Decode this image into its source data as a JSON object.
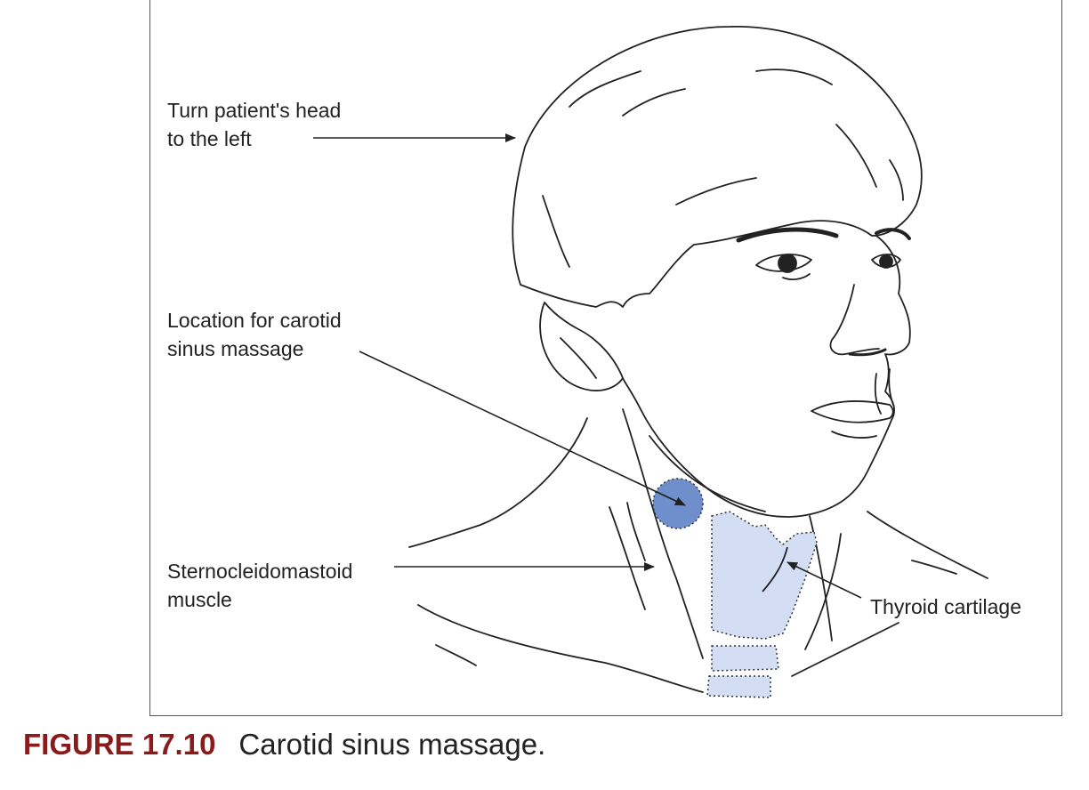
{
  "labels": {
    "turn_head_line1": "Turn patient's head",
    "turn_head_line2": "to the left",
    "location_line1": "Location for carotid",
    "location_line2": "sinus massage",
    "scm_line1": "Sternocleidomastoid",
    "scm_line2": "muscle",
    "thyroid": "Thyroid cartilage"
  },
  "caption": {
    "figure_number": "FIGURE 17.10",
    "title": "Carotid sinus massage."
  },
  "colors": {
    "figure_number": "#8b1a1a",
    "sinus_spot": "#6f8fcc",
    "cartilage_fill": "#d3ddf3",
    "line": "#222222"
  }
}
